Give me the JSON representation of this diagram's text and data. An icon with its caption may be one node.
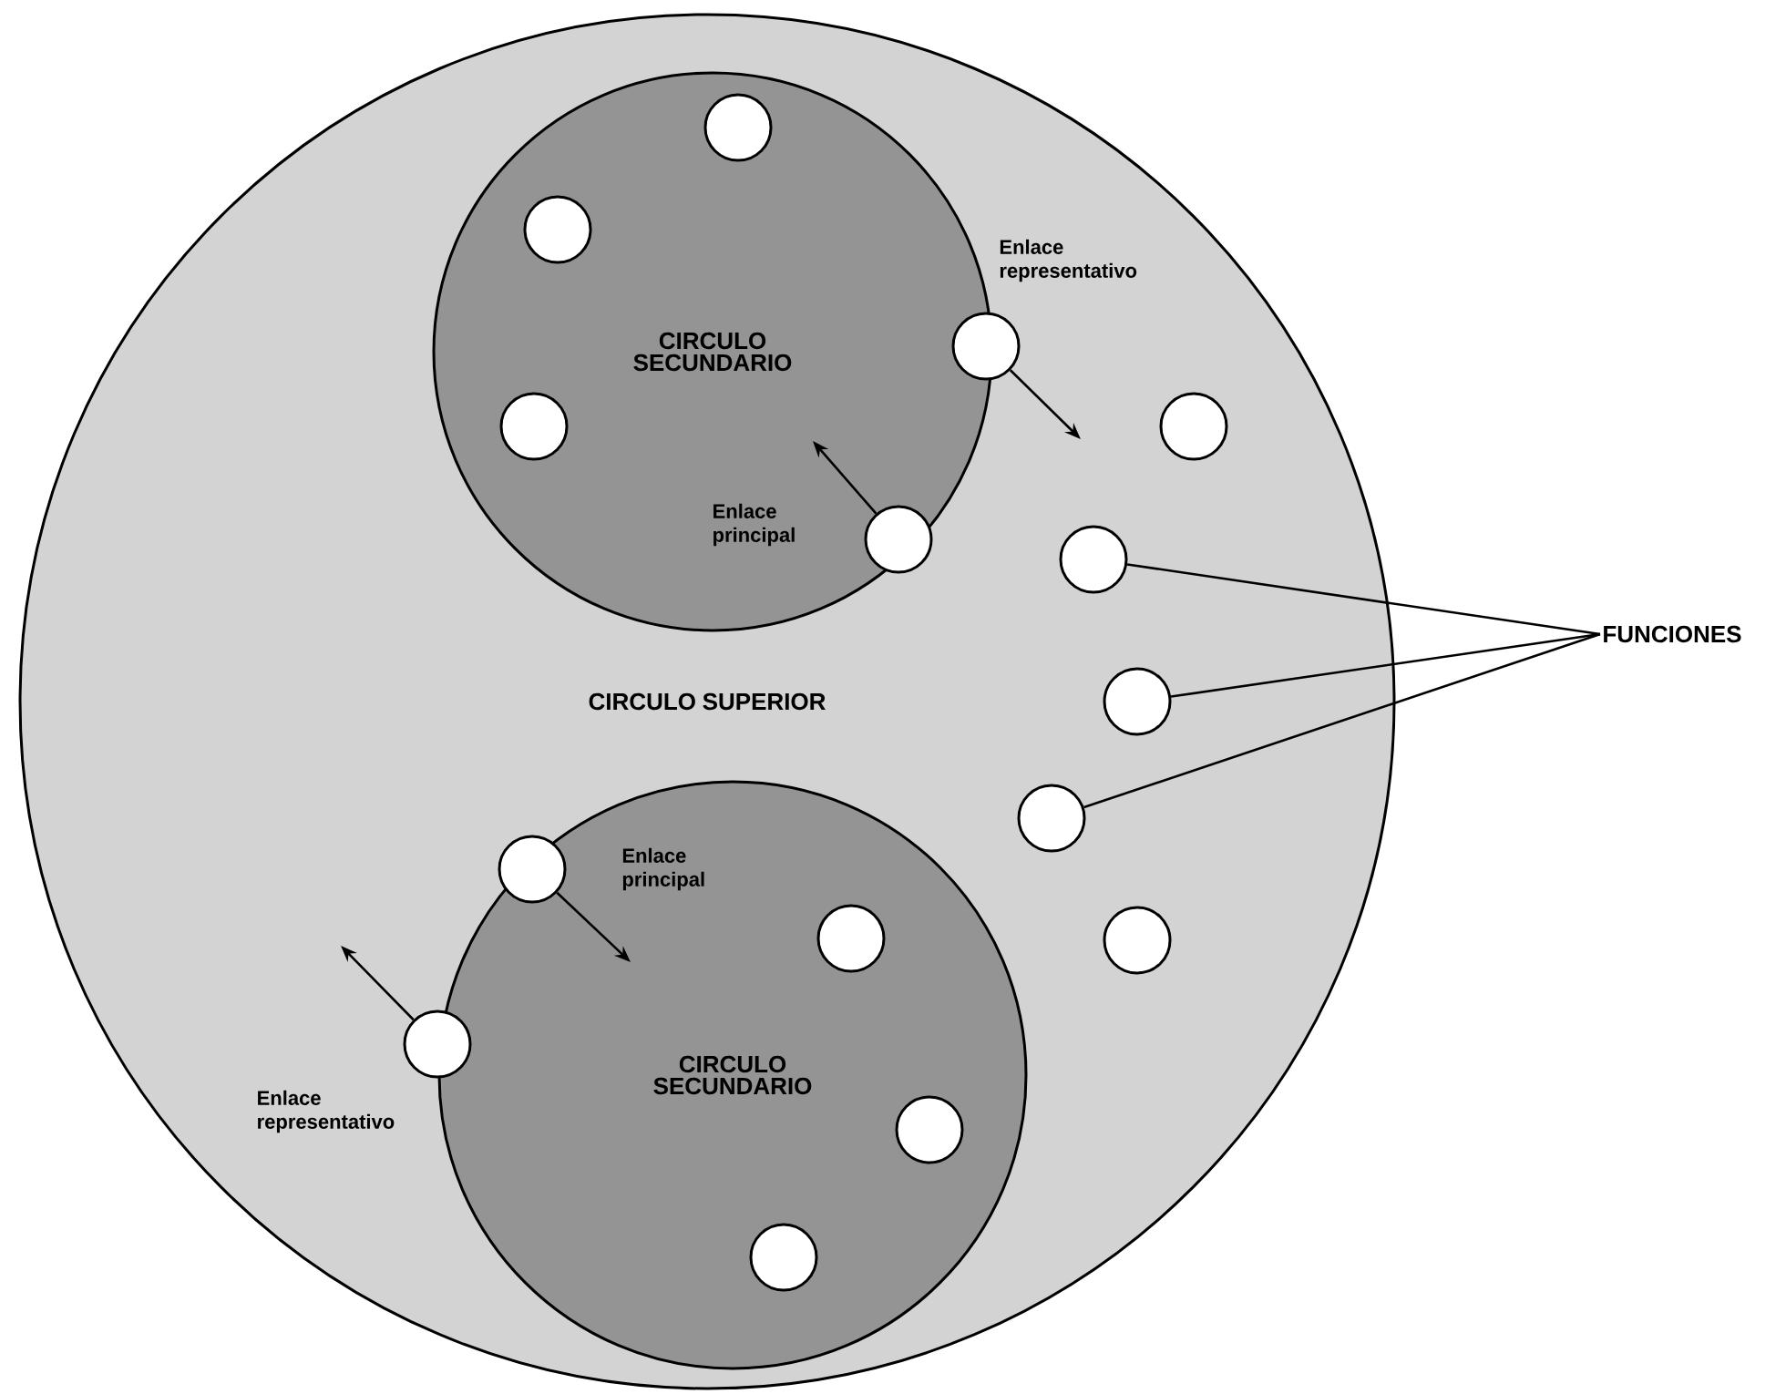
{
  "diagram": {
    "nodes": [
      {
        "text": [
          "CIRCULO SUPERIOR"
        ]
      },
      {
        "text": [
          "CIRCULO SECUNDARIO"
        ],
        "in": 0
      },
      {
        "text": [],
        "shape": "circle",
        "in": 1
      },
      {
        "text": [],
        "shape": "circle",
        "in": 1
      },
      {
        "text": [],
        "shape": "circle",
        "in": 1
      },
      {
        "text": [],
        "shape": "circle",
        "in": 1,
        "beside": [
          "Enlace representativo"
        ]
      },
      {
        "text": [],
        "shape": "circle",
        "in": 1,
        "beside": [
          "Enlace principal"
        ]
      },
      {
        "text": [],
        "shape": "circle",
        "in": 0
      },
      {
        "text": [],
        "shape": "circle",
        "in": 0
      },
      {
        "text": [
          "FUNCIONES"
        ]
      },
      {
        "text": [],
        "shape": "circle",
        "in": 0
      },
      {
        "text": [],
        "shape": "circle",
        "in": 0
      },
      {
        "text": [
          "CIRCULO SECUNDARIO"
        ],
        "in": 0
      },
      {
        "text": [],
        "shape": "circle",
        "in": 12,
        "beside": [
          "Enlace principal"
        ]
      },
      {
        "text": [],
        "shape": "circle",
        "in": 12
      },
      {
        "text": [],
        "shape": "circle",
        "in": 0,
        "beside": [
          "Enlace representativo"
        ]
      },
      {
        "text": [],
        "shape": "circle",
        "in": 12
      },
      {
        "text": [],
        "shape": "circle",
        "in": 0
      },
      {
        "text": [],
        "shape": "circle",
        "in": 12
      }
    ],
    "edges": [
      {
        "from": 5,
        "to": null,
        "arrow": "to"
      },
      {
        "from": 6,
        "to": null,
        "arrow": "to"
      },
      {
        "from": 13,
        "to": null,
        "arrow": "to"
      },
      {
        "from": 15,
        "to": null,
        "arrow": "to"
      },
      {
        "from": 9,
        "to": 8,
        "arrow": "none"
      },
      {
        "from": 9,
        "to": 10,
        "arrow": "none"
      },
      {
        "from": 9,
        "to": 11,
        "arrow": "none"
      }
    ]
  }
}
